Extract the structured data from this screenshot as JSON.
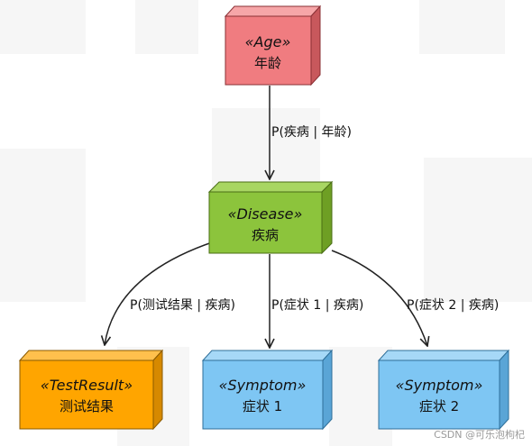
{
  "nodes": {
    "age": {
      "stereotype": "«Age»",
      "name": "年龄",
      "fill": "#f07c80",
      "side": "#c8585c",
      "top": "#f6a6a8",
      "stroke": "#8a3035"
    },
    "disease": {
      "stereotype": "«Disease»",
      "name": "疾病",
      "fill": "#8cc43c",
      "side": "#6e9f24",
      "top": "#a8d662",
      "stroke": "#4a6e15"
    },
    "testresult": {
      "stereotype": "«TestResult»",
      "name": "测试结果",
      "fill": "#ffa500",
      "side": "#d68900",
      "top": "#ffc04d",
      "stroke": "#8a5a00"
    },
    "symptom1": {
      "stereotype": "«Symptom»",
      "name": "症状 1",
      "fill": "#7ec6f3",
      "side": "#5aa5d6",
      "top": "#a6d8f7",
      "stroke": "#2f6f99"
    },
    "symptom2": {
      "stereotype": "«Symptom»",
      "name": "症状 2",
      "fill": "#7ec6f3",
      "side": "#5aa5d6",
      "top": "#a6d8f7",
      "stroke": "#2f6f99"
    }
  },
  "edges": {
    "age_disease": "P(疾病 | 年龄)",
    "disease_testresult": "P(测试结果 | 疾病)",
    "disease_symptom1": "P(症状 1 | 疾病)",
    "disease_symptom2": "P(症状 2 | 疾病)"
  },
  "watermark": "CSDN @可乐泡枸杞"
}
